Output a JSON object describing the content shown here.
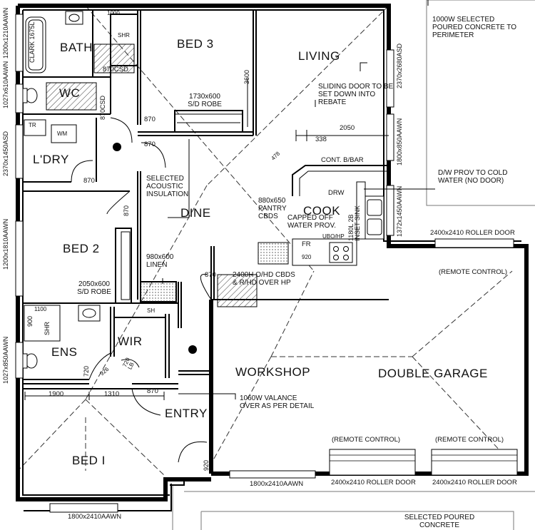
{
  "rooms": {
    "bath": "BATH",
    "wc": "WC",
    "ldry": "L'DRY",
    "bed3": "BED 3",
    "living": "LIVING",
    "bed2": "BED 2",
    "dine": "DINE",
    "cook": "COOK",
    "ens": "ENS",
    "wir": "WIR",
    "workshop": "WORKSHOP",
    "double_garage": "DOUBLE GARAGE",
    "entry": "ENTRY",
    "bed1": "BED I"
  },
  "fixtures": {
    "clark": "CLARK 1675L",
    "tr": "TR",
    "wm": "WM",
    "shr_top": "SHR",
    "shr_ens": "SHR",
    "dim1000": "1000",
    "dim1100": "1100",
    "dim900": "900",
    "sh": "SH",
    "fr": "FR",
    "drw": "DRW",
    "uboh": "UBO/HP",
    "sink": "1180L 2B INSET SINK",
    "p920": "920",
    "d720": "720",
    "d926": "926",
    "d720b": "720 LB"
  },
  "dims": {
    "csd870a": "870CSD",
    "csd870b": "870CSD",
    "d870_1": "870",
    "d870_2": "870",
    "d870_3": "870",
    "d870_4": "870",
    "d870_5": "870",
    "d870_6": "870",
    "d3600": "3600",
    "d2050": "2050",
    "d338": "338",
    "d478": "478",
    "d1900": "1900",
    "d1310": "1310",
    "d920": "920",
    "win_left1": "1027x610AAWN",
    "win_left2": "1200x1210AAWN",
    "win_left3": "2370x1450ASD",
    "win_left4": "1200x1810AAWN",
    "win_left5": "1027x850AAWN",
    "win_right1": "2370x2680ASD",
    "win_right2": "1800x850AAWN",
    "win_right3": "1372x1450AAWN",
    "win_bot1": "1800x2410AAWN",
    "win_bot2": "1800x2410AAWN",
    "roller_top": "2400x2410 ROLLER DOOR",
    "roller_bot1": "2400x2410 ROLLER DOOR",
    "roller_bot2": "2400x2410 ROLLER DOOR"
  },
  "notes": {
    "concrete_top": "1000W SELECTED POURED CONCRETE TO PERIMETER",
    "sliding_door": "SLIDING DOOR TO BE SET DOWN INTO REBATE",
    "cont_bar": "CONT. B/BAR",
    "dw_prov": "D/W PROV TO COLD WATER (NO DOOR)",
    "acoustic": "SELECTED ACOUSTIC INSULATION",
    "robe3": "1730x600 S/D ROBE",
    "pantry": "880x650 PANTRY CBDS",
    "capped": "CAPPED OFF WATER PROV.",
    "linen": "980x600 LINEN",
    "robe2": "2050x600 S/D ROBE",
    "ohd": "2400H O/HD CBDS & R/HD OVER HP",
    "remote1": "(REMOTE CONTROL)",
    "remote2": "(REMOTE CONTROL)",
    "remote3": "(REMOTE CONTROL)",
    "valance": "1060W VALANCE OVER AS PER DETAIL",
    "concrete_bot": "SELECTED POURED CONCRETE"
  }
}
